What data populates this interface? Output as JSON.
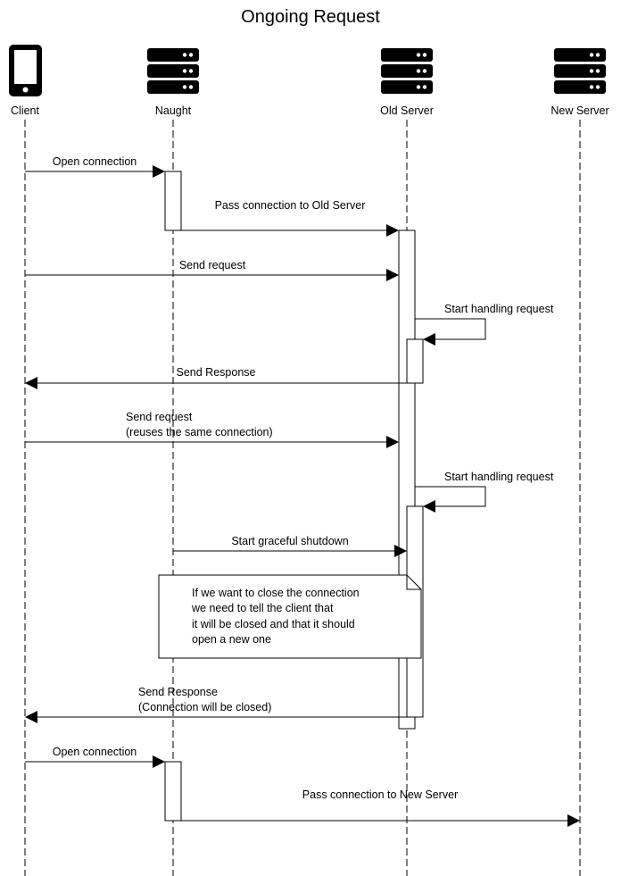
{
  "diagram": {
    "title": "Ongoing Request",
    "participants": [
      {
        "id": "client",
        "label": "Client",
        "icon": "smartphone-icon"
      },
      {
        "id": "naught",
        "label": "Naught",
        "icon": "server-icon"
      },
      {
        "id": "old",
        "label": "Old Server",
        "icon": "server-icon"
      },
      {
        "id": "new",
        "label": "New Server",
        "icon": "server-icon"
      }
    ],
    "messages": [
      {
        "from": "client",
        "to": "naught",
        "lines": [
          "Open connection"
        ]
      },
      {
        "from": "naught",
        "to": "old",
        "lines": [
          "Pass connection to Old Server"
        ]
      },
      {
        "from": "client",
        "to": "old",
        "lines": [
          "Send request"
        ]
      },
      {
        "from": "old",
        "to": "old",
        "lines": [
          "Start handling request"
        ]
      },
      {
        "from": "old",
        "to": "client",
        "lines": [
          "Send Response"
        ]
      },
      {
        "from": "client",
        "to": "old",
        "lines": [
          "Send request",
          "(reuses the same connection)"
        ]
      },
      {
        "from": "old",
        "to": "old",
        "lines": [
          "Start handling request"
        ]
      },
      {
        "from": "naught",
        "to": "old",
        "lines": [
          "Start graceful shutdown"
        ]
      },
      {
        "from": "old",
        "to": "client",
        "lines": [
          "Send Response",
          "(Connection will be closed)"
        ]
      },
      {
        "from": "client",
        "to": "naught",
        "lines": [
          "Open connection"
        ]
      },
      {
        "from": "naught",
        "to": "new",
        "lines": [
          "Pass connection to New Server"
        ]
      }
    ],
    "note": {
      "lines": [
        "If we want to close the connection",
        "we need to tell the client that",
        "it will be closed and that it should",
        "open a new one"
      ]
    }
  }
}
